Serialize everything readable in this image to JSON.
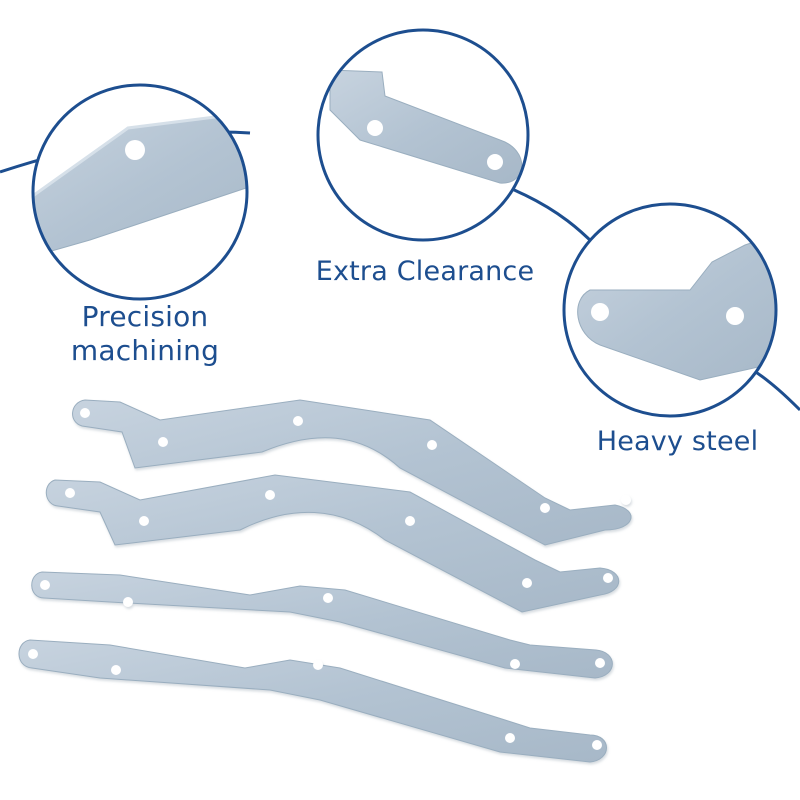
{
  "colors": {
    "accent": "#1d4e8f",
    "steel": "#b7c6d4",
    "steel_shadow": "#9aaebf",
    "steel_edge": "#d6e0e9",
    "hole": "#ffffff",
    "background": "#ffffff"
  },
  "callouts": {
    "precision": {
      "line1": "Precision",
      "line2": "machining"
    },
    "clearance": {
      "text": "Extra Clearance"
    },
    "heavy": {
      "text": "Heavy steel"
    }
  }
}
